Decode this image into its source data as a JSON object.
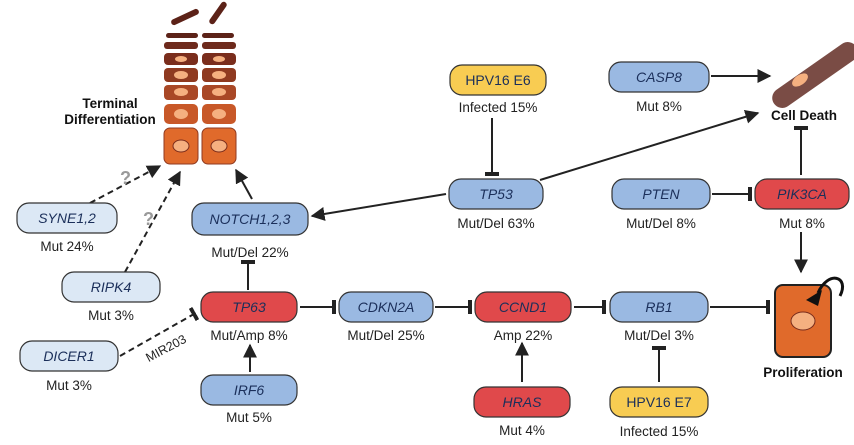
{
  "colors": {
    "blue_node": "#9ab9e2",
    "red_node": "#e0494b",
    "yellow_node": "#f8cc52",
    "light_node": "#dce8f5",
    "cell_orange": "#e06a2b",
    "cell_dark": "#7a2418",
    "nucleus": "#f5b080",
    "cell_death_brown": "#7a4c45"
  },
  "labels": {
    "terminal_line1": "Terminal",
    "terminal_line2": "Differentiation",
    "cell_death": "Cell Death",
    "proliferation": "Proliferation",
    "mir203": "MIR203",
    "question_mark": "?"
  },
  "nodes": {
    "hpv16_e6": {
      "label": "HPV16 E6",
      "sub": "Infected 15%"
    },
    "casp8": {
      "label": "CASP8",
      "sub": "Mut 8%"
    },
    "tp53": {
      "label": "TP53",
      "sub": "Mut/Del 63%"
    },
    "pten": {
      "label": "PTEN",
      "sub": "Mut/Del 8%"
    },
    "pik3ca": {
      "label": "PIK3CA",
      "sub": "Mut 8%"
    },
    "syne12": {
      "label": "SYNE1,2",
      "sub": "Mut 24%"
    },
    "notch": {
      "label": "NOTCH1,2,3",
      "sub": "Mut/Del 22%"
    },
    "ripk4": {
      "label": "RIPK4",
      "sub": "Mut 3%"
    },
    "tp63": {
      "label": "TP63",
      "sub": "Mut/Amp 8%"
    },
    "cdkn2a": {
      "label": "CDKN2A",
      "sub": "Mut/Del 25%"
    },
    "ccnd1": {
      "label": "CCND1",
      "sub": "Amp 22%"
    },
    "rb1": {
      "label": "RB1",
      "sub": "Mut/Del 3%"
    },
    "dicer1": {
      "label": "DICER1",
      "sub": "Mut 3%"
    },
    "irf6": {
      "label": "IRF6",
      "sub": "Mut 5%"
    },
    "hras": {
      "label": "HRAS",
      "sub": "Mut 4%"
    },
    "hpv16_e7": {
      "label": "HPV16 E7",
      "sub": "Infected 15%"
    }
  }
}
